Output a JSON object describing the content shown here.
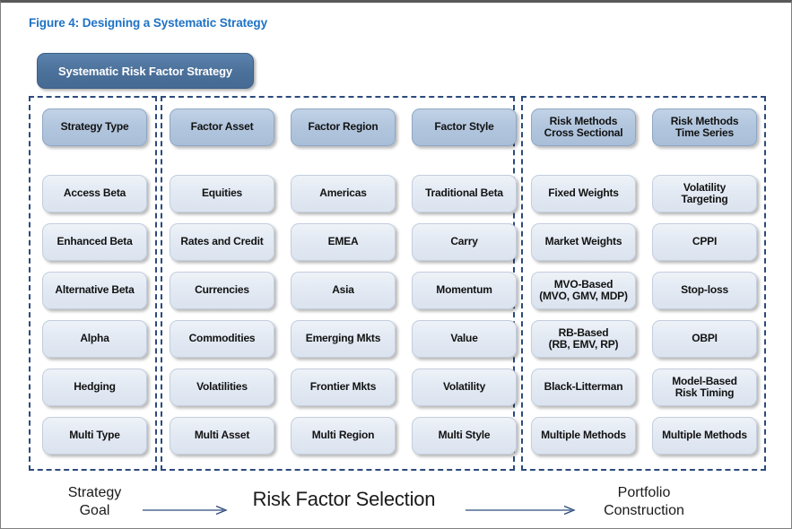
{
  "figure": {
    "title": "Figure 4: Designing a Systematic Strategy",
    "title_color": "#1f72c4",
    "header_box_color": "#b2c6de",
    "item_box_color": "#e2e9f3",
    "top_pill_color": "#4b7099",
    "dashed_frame_color": "#2c4a7c"
  },
  "top_pill": {
    "label": "Systematic Risk Factor Strategy"
  },
  "columns": [
    {
      "key": "strategy_type",
      "header": "Strategy Type",
      "items": [
        "Access Beta",
        "Enhanced Beta",
        "Alternative Beta",
        "Alpha",
        "Hedging",
        "Multi Type"
      ]
    },
    {
      "key": "factor_asset",
      "header": "Factor Asset",
      "items": [
        "Equities",
        "Rates and Credit",
        "Currencies",
        "Commodities",
        "Volatilities",
        "Multi Asset"
      ]
    },
    {
      "key": "factor_region",
      "header": "Factor Region",
      "items": [
        "Americas",
        "EMEA",
        "Asia",
        "Emerging Mkts",
        "Frontier Mkts",
        "Multi Region"
      ]
    },
    {
      "key": "factor_style",
      "header": "Factor Style",
      "items": [
        "Traditional Beta",
        "Carry",
        "Momentum",
        "Value",
        "Volatility",
        "Multi Style"
      ]
    },
    {
      "key": "risk_methods_cross_sectional",
      "header": "Risk Methods Cross Sectional",
      "header_line1": "Risk Methods",
      "header_line2": "Cross Sectional",
      "items": [
        "Fixed Weights",
        "Market Weights",
        "MVO-Based (MVO, GMV, MDP)",
        "RB-Based (RB, EMV, RP)",
        "Black-Litterman",
        "Multiple Methods"
      ],
      "item_lines": [
        [
          "Fixed Weights"
        ],
        [
          "Market Weights"
        ],
        [
          "MVO-Based",
          "(MVO, GMV, MDP)"
        ],
        [
          "RB-Based",
          "(RB, EMV, RP)"
        ],
        [
          "Black-Litterman"
        ],
        [
          "Multiple Methods"
        ]
      ]
    },
    {
      "key": "risk_methods_time_series",
      "header": "Risk Methods Time Series",
      "header_line1": "Risk Methods",
      "header_line2": "Time Series",
      "items": [
        "Volatility Targeting",
        "CPPI",
        "Stop-loss",
        "OBPI",
        "Model-Based Risk Timing",
        "Multiple Methods"
      ],
      "item_lines": [
        [
          "Volatility",
          "Targeting"
        ],
        [
          "CPPI"
        ],
        [
          "Stop-loss"
        ],
        [
          "OBPI"
        ],
        [
          "Model-Based",
          "Risk Timing"
        ],
        [
          "Multiple Methods"
        ]
      ]
    }
  ],
  "flow": {
    "goal_line1": "Strategy",
    "goal_line2": "Goal",
    "middle": "Risk Factor Selection",
    "portfolio_line1": "Portfolio",
    "portfolio_line2": "Construction",
    "arrow_color": "#2c4a7c"
  }
}
